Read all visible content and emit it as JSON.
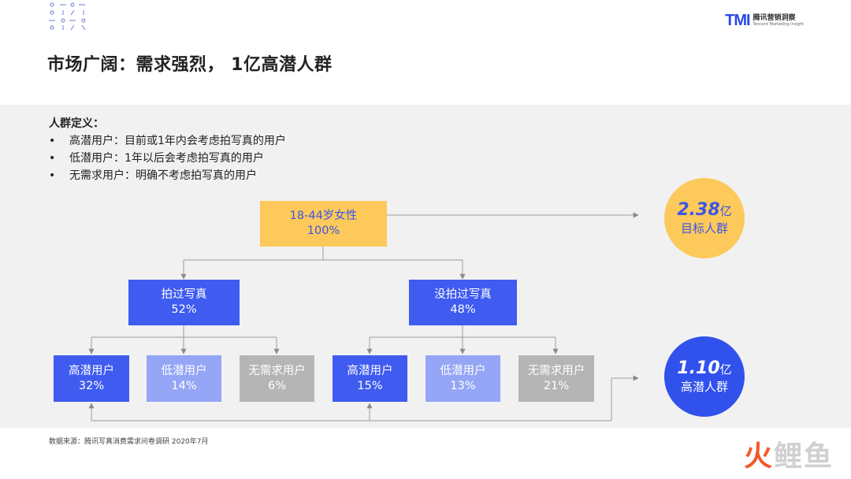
{
  "header": {
    "title": "市场广阔：需求强烈， 1亿高潜人群",
    "logo_mark": "TMI",
    "logo_cn": "腾讯营销洞察",
    "logo_en": "Tencent Marketing Insight"
  },
  "definition": {
    "heading": "人群定义：",
    "items": [
      "高潜用户：目前或1年内会考虑拍写真的用户",
      "低潜用户：1年以后会考虑拍写真的用户",
      "无需求用户：明确不考虑拍写真的用户"
    ],
    "bullet": "•"
  },
  "tree": {
    "root": {
      "label": "18-44岁女性",
      "value": "100%"
    },
    "taken": {
      "label": "拍过写真",
      "value": "52%"
    },
    "not_taken": {
      "label": "没拍过写真",
      "value": "48%"
    },
    "taken_children": [
      {
        "label": "高潜用户",
        "value": "32%"
      },
      {
        "label": "低潜用户",
        "value": "14%"
      },
      {
        "label": "无需求用户",
        "value": "6%"
      }
    ],
    "not_taken_children": [
      {
        "label": "高潜用户",
        "value": "15%"
      },
      {
        "label": "低潜用户",
        "value": "13%"
      },
      {
        "label": "无需求用户",
        "value": "21%"
      }
    ]
  },
  "summary": {
    "target": {
      "number": "2.38",
      "unit": "亿",
      "label": "目标人群"
    },
    "potential": {
      "number": "1.10",
      "unit": "亿",
      "label": "高潜人群"
    }
  },
  "footer": {
    "source": "数据来源：腾讯写真消费需求问卷调研 2020年7月",
    "watermark_a": "火",
    "watermark_b": "鲤鱼"
  },
  "colors": {
    "accent_blue": "#3f5bf0",
    "accent_gold": "#fcc95a",
    "light_blue": "#94a6f5",
    "gray": "#b5b5b5"
  }
}
